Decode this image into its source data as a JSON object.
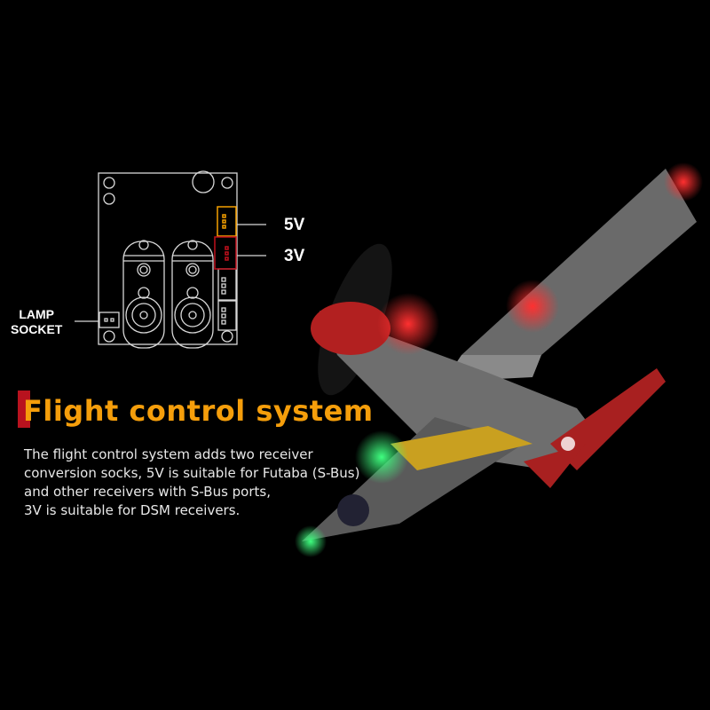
{
  "diagram": {
    "label_5v": "5V",
    "label_3v": "3V",
    "lamp_socket_line1": "LAMP",
    "lamp_socket_line2": "SOCKET",
    "colors": {
      "5v": "#f5a000",
      "3v": "#c0101c",
      "outline": "#d8d8d8"
    }
  },
  "heading": {
    "title": "Flight control system",
    "accent_color": "#f59e0b",
    "bar_color": "#b8121e"
  },
  "description": {
    "lines": [
      "The flight control system adds two receiver",
      "conversion socks, 5V is suitable for Futaba (S-Bus)",
      "and other receivers with S-Bus ports,",
      "3V is suitable for DSM receivers."
    ]
  }
}
